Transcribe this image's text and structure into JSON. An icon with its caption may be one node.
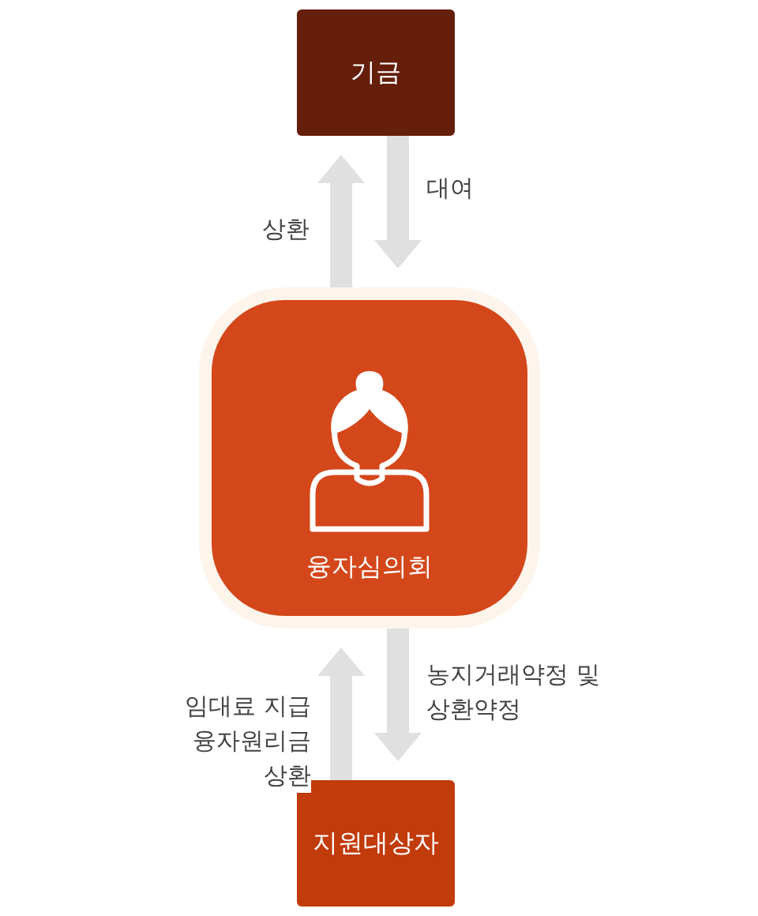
{
  "diagram": {
    "nodes": [
      {
        "text": [
          "기금"
        ]
      },
      {
        "text": [
          "융자심의회"
        ]
      },
      {
        "text": [
          "지원대상자"
        ]
      }
    ],
    "edges": [
      {
        "from": 0,
        "to": 1,
        "arrow": "to",
        "label": "대여"
      },
      {
        "from": 1,
        "to": 0,
        "arrow": "to",
        "label": "상환"
      },
      {
        "from": 1,
        "to": 2,
        "arrow": "to",
        "label": "농지거래약정 및 상환약정"
      },
      {
        "from": 2,
        "to": 1,
        "arrow": "to",
        "label": "임대료 지급 융자원리금상환"
      }
    ]
  }
}
